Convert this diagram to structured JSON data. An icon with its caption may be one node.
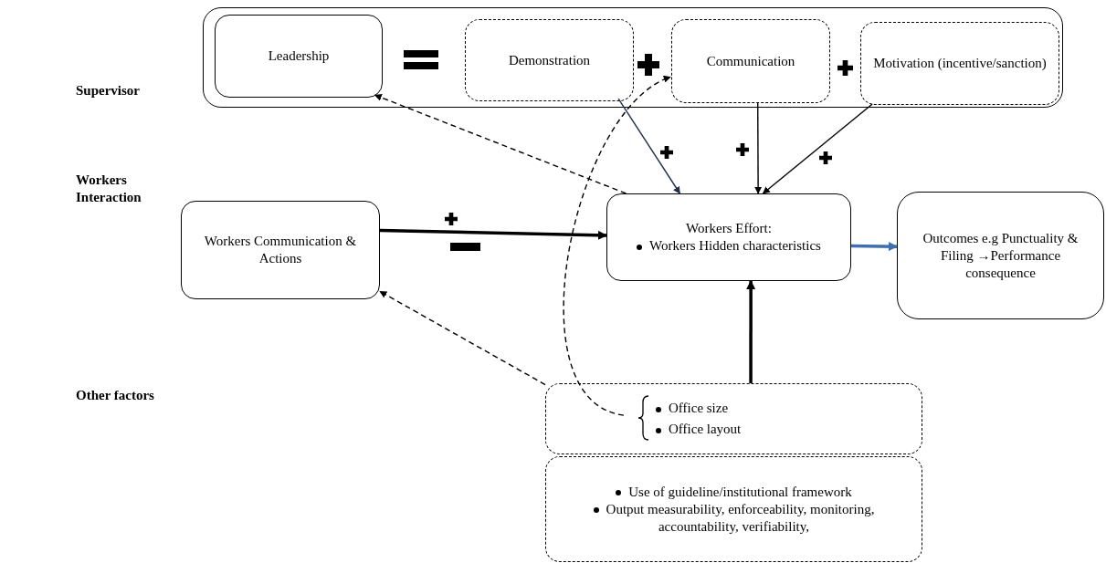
{
  "diagram": {
    "nodes": [
      {
        "text": [],
        "shape": "box"
      },
      {
        "text": [
          "Leadership"
        ],
        "in": 0
      },
      {
        "text": [
          "Demonstration"
        ],
        "in": 0
      },
      {
        "text": [
          "Communication"
        ],
        "in": 0
      },
      {
        "text": [
          "Motivation (incentive/sanction)"
        ],
        "in": 0
      },
      {
        "text": [
          "Workers Communication & Actions"
        ]
      },
      {
        "text": [
          "Workers Effort:",
          "Workers Hidden characteristics"
        ]
      },
      {
        "text": [
          "Outcomes e.g Punctuality & Filing →Performance consequence"
        ]
      },
      {
        "text": [
          "Office size",
          "Office layout"
        ]
      },
      {
        "text": [
          "Use of guideline/institutional framework",
          "Output measurability, enforceability, monitoring, accountability, verifiability,"
        ]
      }
    ],
    "edges": [
      {
        "from": 2,
        "to": 6,
        "arrow": "to",
        "color": "#1f3050"
      },
      {
        "from": 3,
        "to": 6,
        "arrow": "to"
      },
      {
        "from": 4,
        "to": 6,
        "arrow": "to"
      },
      {
        "from": 5,
        "to": 6,
        "arrow": "to",
        "style": "thick"
      },
      {
        "from": 6,
        "to": 7,
        "arrow": "to",
        "style": "thick",
        "color": "#3b6fb6"
      },
      {
        "from": 8,
        "to": 6,
        "arrow": "to",
        "style": "thick"
      },
      {
        "from": 6,
        "to": 1,
        "arrow": "to",
        "style": "dashed"
      },
      {
        "from": 8,
        "to": 5,
        "arrow": "to",
        "style": "dashed"
      },
      {
        "from": 8,
        "to": 3,
        "arrow": "to",
        "style": "dashed"
      }
    ],
    "labels": [
      "Supervisor",
      "Workers Interaction",
      "Other factors"
    ]
  }
}
